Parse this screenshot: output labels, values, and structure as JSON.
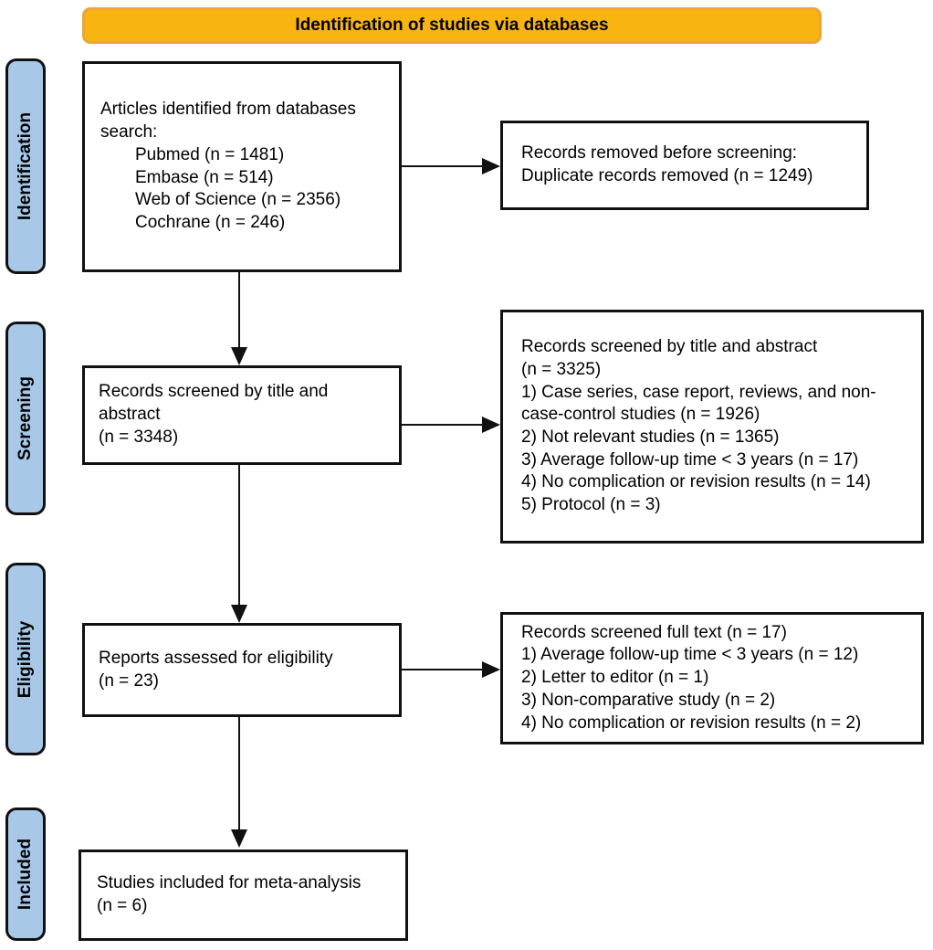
{
  "banner": {
    "title": "Identification of studies via databases"
  },
  "colors": {
    "banner_fill": "#F8B411",
    "banner_border": "#EBA53B",
    "stage_fill": "#A8C8E8",
    "line_color": "#111111",
    "box_background": "#FFFFFF"
  },
  "stages": {
    "identification": "Identification",
    "screening": "Screening",
    "eligibility": "Eligibility",
    "included": "Included"
  },
  "flow": {
    "articles_identified": {
      "intro": "Articles identified from databases search:",
      "databases": [
        "Pubmed (n = 1481)",
        "Embase (n = 514)",
        "Web of Science (n = 2356)",
        "Cochrane (n = 246)"
      ]
    },
    "records_removed": {
      "lines": [
        "Records removed before screening:",
        "Duplicate records removed (n = 1249)"
      ]
    },
    "records_screened": {
      "lines": [
        "Records screened by title and abstract",
        "(n = 3348)"
      ]
    },
    "screening_exclusions": {
      "lines": [
        "Records screened by title and abstract",
        "(n = 3325)",
        "1) Case series, case report, reviews, and non-case-control studies (n = 1926)",
        "2) Not relevant studies (n = 1365)",
        "3) Average follow-up time < 3 years (n = 17)",
        "4) No complication or revision results (n = 14)",
        "5) Protocol (n = 3)"
      ]
    },
    "reports_assessed": {
      "lines": [
        "Reports assessed for eligibility",
        "(n = 23)"
      ]
    },
    "fulltext_exclusions": {
      "lines": [
        "Records screened full text (n = 17)",
        "1) Average follow-up time < 3 years (n = 12)",
        "2) Letter to editor (n = 1)",
        "3) Non-comparative study (n = 2)",
        "4) No complication or revision results (n = 2)"
      ]
    },
    "studies_included": {
      "lines": [
        "Studies included for meta-analysis",
        "(n = 6)"
      ]
    }
  }
}
